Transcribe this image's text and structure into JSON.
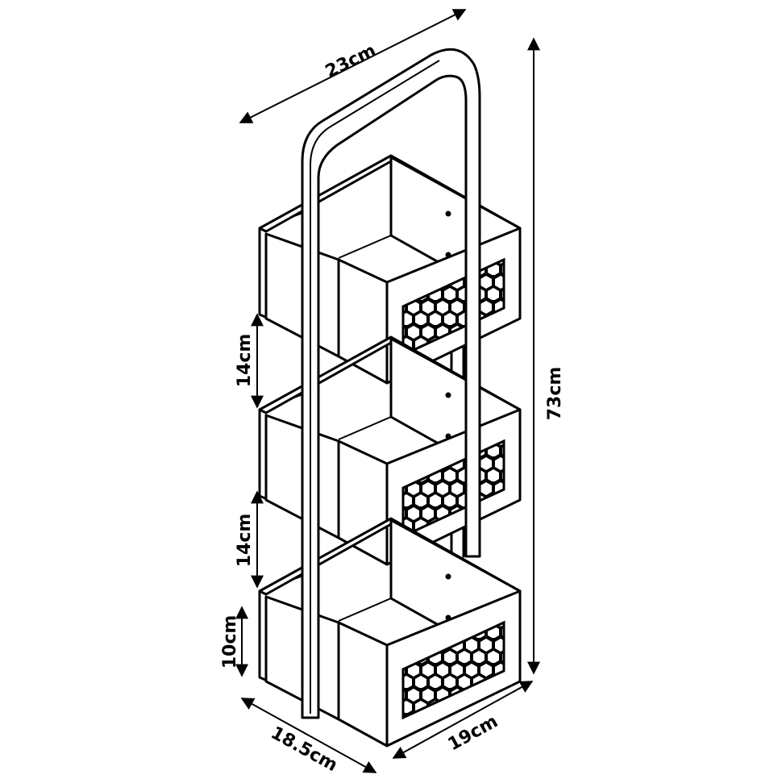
{
  "dimensions": {
    "top_width": "23cm",
    "height_total": "73cm",
    "gap_upper": "14cm",
    "gap_lower": "14cm",
    "bottom_height": "10cm",
    "depth": "18.5cm",
    "front_width": "19cm"
  },
  "icons": {
    "hex_mesh": "hexagon-mesh-panel",
    "arrow_head": "arrow-head"
  },
  "colors": {
    "line": "#000000",
    "background": "#ffffff"
  }
}
